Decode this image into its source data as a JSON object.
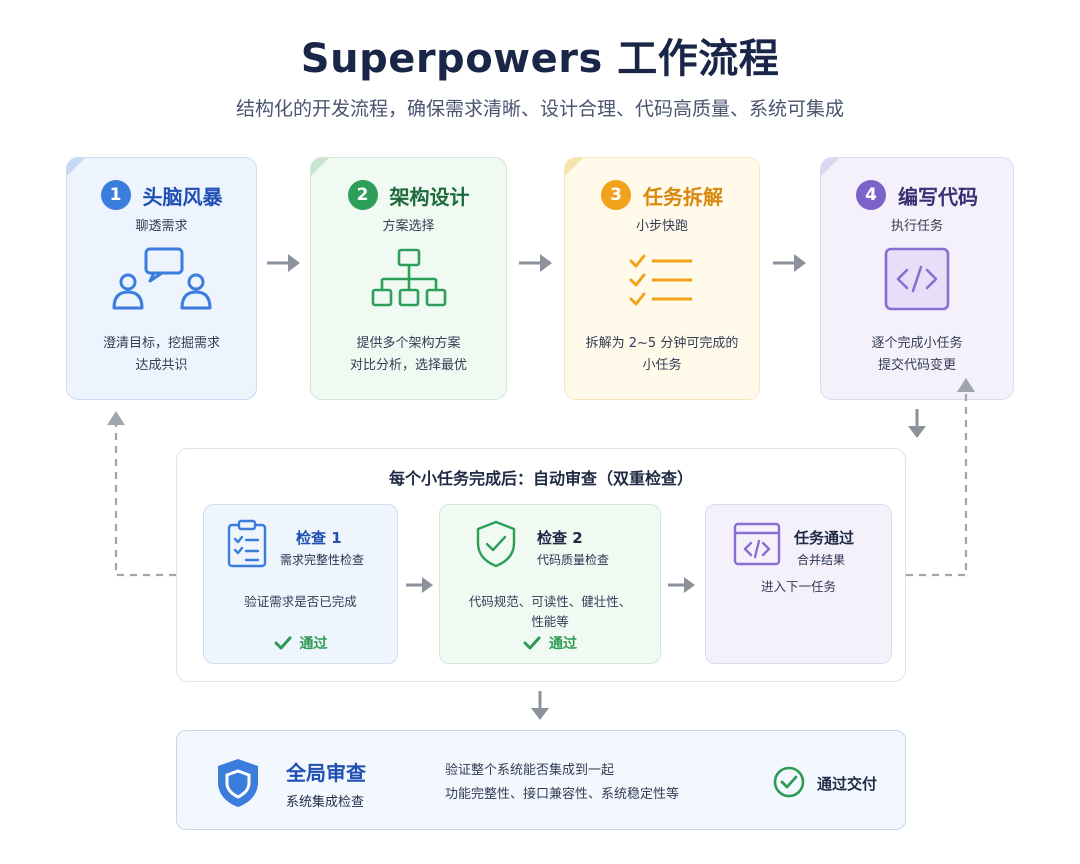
{
  "header": {
    "title": "Superpowers 工作流程",
    "subtitle": "结构化的开发流程，确保需求清晰、设计合理、代码高质量、系统可集成"
  },
  "steps": [
    {
      "num": "1",
      "title": "头脑风暴",
      "sub": "聊透需求",
      "desc1": "澄清目标，挖掘需求",
      "desc2": "达成共识",
      "icon": "people-chat-icon",
      "color": "#3b7ddd"
    },
    {
      "num": "2",
      "title": "架构设计",
      "sub": "方案选择",
      "desc1": "提供多个架构方案",
      "desc2": "对比分析，选择最优",
      "icon": "hierarchy-icon",
      "color": "#2e9e5b"
    },
    {
      "num": "3",
      "title": "任务拆解",
      "sub": "小步快跑",
      "desc1": "拆解为 2~5 分钟可完成的",
      "desc2": "小任务",
      "icon": "checklist-icon",
      "color": "#f2a21b"
    },
    {
      "num": "4",
      "title": "编写代码",
      "sub": "执行任务",
      "desc1": "逐个完成小任务",
      "desc2": "提交代码变更",
      "icon": "code-icon",
      "color": "#7c63c9"
    }
  ],
  "review": {
    "title": "每个小任务完成后：自动审查（双重检查）",
    "checks": [
      {
        "title": "检查 1",
        "sub": "需求完整性检查",
        "desc1": "验证需求是否已完成",
        "desc2": "",
        "pass": "通过",
        "icon": "clipboard-check-icon"
      },
      {
        "title": "检查 2",
        "sub": "代码质量检查",
        "desc1": "代码规范、可读性、健壮性、",
        "desc2": "性能等",
        "pass": "通过",
        "icon": "shield-check-icon"
      },
      {
        "title": "任务通过",
        "sub": "合并结果",
        "desc1": "进入下一任务",
        "desc2": "",
        "pass": "",
        "icon": "code-window-icon"
      }
    ]
  },
  "final": {
    "title": "全局审查",
    "sub": "系统集成检查",
    "desc1": "验证整个系统能否集成到一起",
    "desc2": "功能完整性、接口兼容性、系统稳定性等",
    "outcome": "通过交付",
    "icon": "shield-icon"
  }
}
